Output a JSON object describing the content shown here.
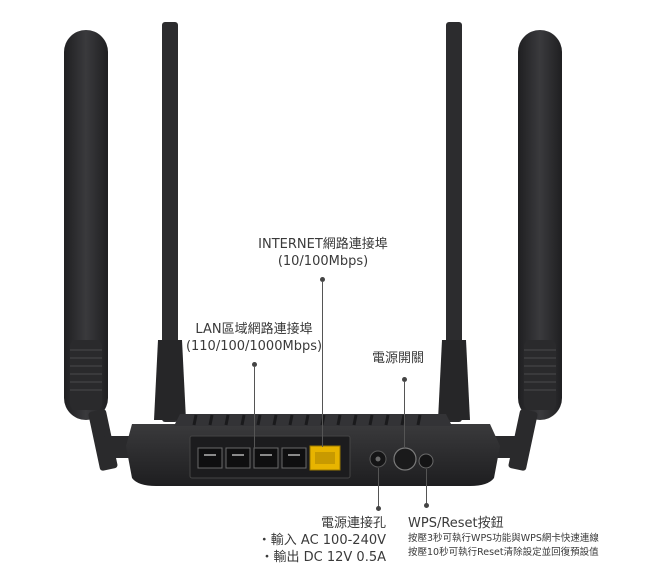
{
  "labels": {
    "internet": {
      "title": "INTERNET網路連接埠",
      "spec": "(10/100Mbps)"
    },
    "lan": {
      "title": "LAN區域網路連接埠",
      "spec": "(110/100/1000Mbps)"
    },
    "power_switch": {
      "title": "電源開關"
    },
    "power_jack": {
      "title": "電源連接孔",
      "input": "・輸入 AC 100-240V",
      "output": "・輸出  DC 12V 0.5A"
    },
    "wps_reset": {
      "title": "WPS/Reset按鈕",
      "line1": "按壓3秒可執行WPS功能與WPS網卡快速連線",
      "line2": "按壓10秒可執行Reset清除設定並回復預設值"
    }
  },
  "colors": {
    "device_body": "#2b2b2d",
    "antenna": "#2e2e30",
    "internet_port": "#e8b400",
    "callout_line": "#555555"
  }
}
